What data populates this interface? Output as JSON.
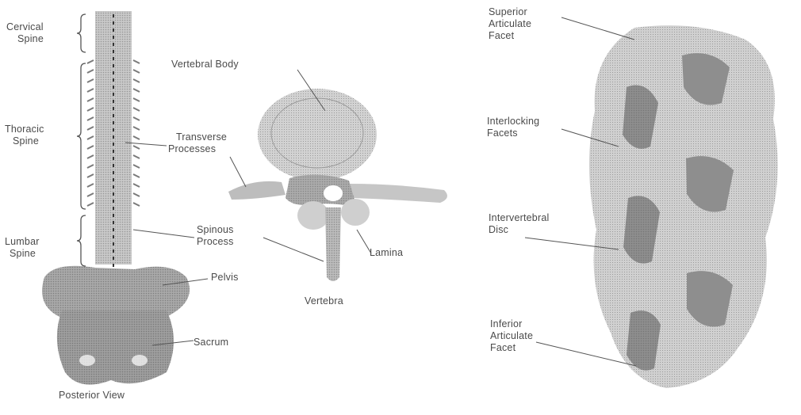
{
  "colors": {
    "background": "#ffffff",
    "bone_light": "#d8d8d8",
    "bone_mid": "#b4b4b4",
    "bone_dark": "#8a8a8a",
    "ink": "#4a4a4a"
  },
  "labels": {
    "cervical": [
      "Cervical",
      "Spine"
    ],
    "thoracic": [
      "Thoracic",
      "Spine"
    ],
    "lumbar": [
      "Lumbar",
      "Spine"
    ],
    "vertebral_body": "Vertebral Body",
    "transverse": [
      "Transverse",
      "Processes"
    ],
    "spinous": [
      "Spinous",
      "Process"
    ],
    "pelvis": "Pelvis",
    "sacrum": "Sacrum",
    "lamina": "Lamina",
    "vertebra": "Vertebra",
    "posterior_view": "Posterior View",
    "superior_facet": [
      "Superior",
      "Articulate",
      "Facet"
    ],
    "interlocking": [
      "Interlocking",
      "Facets"
    ],
    "disc": [
      "Intervertebral",
      "Disc"
    ],
    "inferior_facet": [
      "Inferior",
      "Articulate",
      "Facet"
    ]
  }
}
